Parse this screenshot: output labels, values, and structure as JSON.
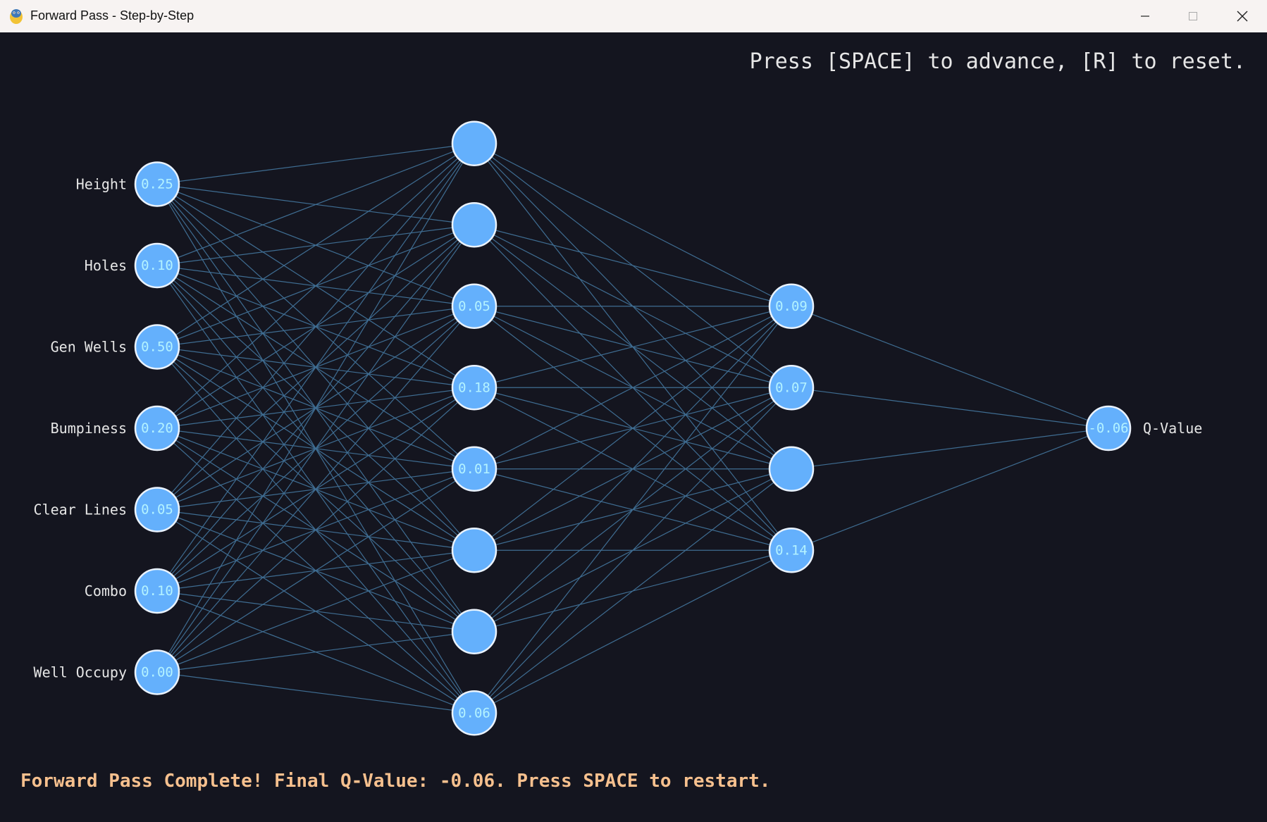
{
  "window": {
    "title": "Forward Pass - Step-by-Step",
    "app_icon": "python-snake-icon",
    "controls": [
      "minimize-icon",
      "maximize-icon",
      "close-icon"
    ]
  },
  "instructions": "Press [SPACE] to advance, [R] to reset.",
  "status": "Forward Pass Complete! Final Q-Value: -0.06. Press SPACE to restart.",
  "colors": {
    "background": "#14151f",
    "node_fill": "#64b0fc",
    "node_stroke": "#eaf3ff",
    "node_value_text": "#b3f2ff",
    "edge": "#3f6d92",
    "label_text": "#e6e6e6",
    "status_text": "#f6c08e"
  },
  "network": {
    "layers": [
      {
        "name": "input",
        "nodes": [
          {
            "label": "Height",
            "value": "0.25"
          },
          {
            "label": "Holes",
            "value": "0.10"
          },
          {
            "label": "Gen Wells",
            "value": "0.50"
          },
          {
            "label": "Bumpiness",
            "value": "0.20"
          },
          {
            "label": "Clear Lines",
            "value": "0.05"
          },
          {
            "label": "Combo",
            "value": "0.10"
          },
          {
            "label": "Well Occupy",
            "value": "0.00"
          }
        ]
      },
      {
        "name": "hidden1",
        "nodes": [
          {
            "value": ""
          },
          {
            "value": ""
          },
          {
            "value": "0.05"
          },
          {
            "value": "0.18"
          },
          {
            "value": "0.01"
          },
          {
            "value": ""
          },
          {
            "value": ""
          },
          {
            "value": "0.06"
          }
        ]
      },
      {
        "name": "hidden2",
        "nodes": [
          {
            "value": "0.09"
          },
          {
            "value": "0.07"
          },
          {
            "value": ""
          },
          {
            "value": "0.14"
          }
        ]
      },
      {
        "name": "output",
        "nodes": [
          {
            "label": "Q-Value",
            "value": "-0.06"
          }
        ]
      }
    ]
  }
}
